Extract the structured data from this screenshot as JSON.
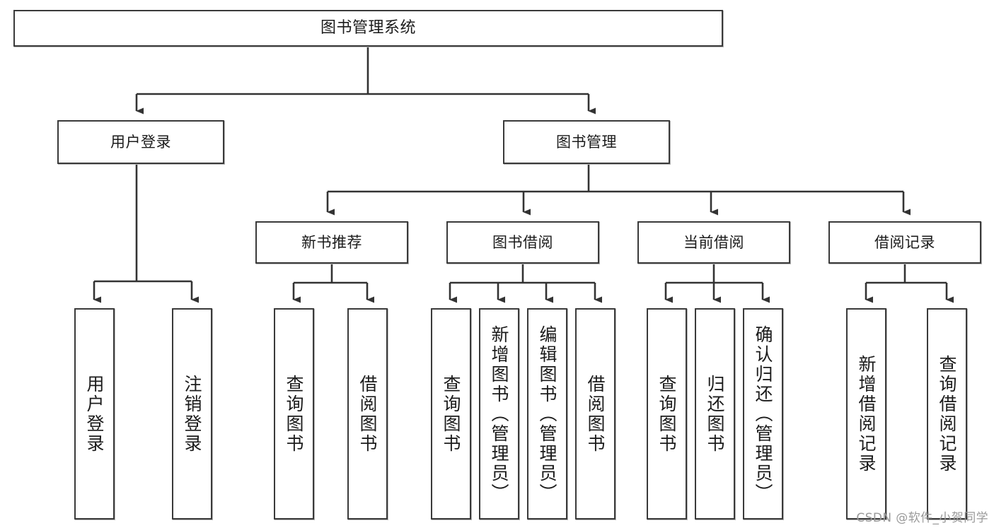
{
  "diagram": {
    "title": "图书管理系统",
    "type": "tree",
    "watermark": "CSDN @软件_小贺同学",
    "colors": {
      "background": "#ffffff",
      "node_border": "#3a3a3a",
      "node_fill": "#ffffff",
      "edge": "#333333",
      "text": "#1b1b1b",
      "watermark": "#9a9a9a"
    },
    "root": {
      "label": "图书管理系统"
    },
    "level2": [
      {
        "label": "用户登录"
      },
      {
        "label": "图书管理"
      }
    ],
    "level3": [
      {
        "label": "新书推荐"
      },
      {
        "label": "图书借阅"
      },
      {
        "label": "当前借阅"
      },
      {
        "label": "借阅记录"
      }
    ],
    "leaves": {
      "user_login": [
        {
          "label": "用户登录"
        },
        {
          "label": "注销登录"
        }
      ],
      "new_book_recommend": [
        {
          "label": "查询图书"
        },
        {
          "label": "借阅图书"
        }
      ],
      "book_borrow": [
        {
          "label": "查询图书"
        },
        {
          "label": "新增图书（管理员）"
        },
        {
          "label": "编辑图书（管理员）"
        },
        {
          "label": "借阅图书"
        }
      ],
      "current_borrow": [
        {
          "label": "查询图书"
        },
        {
          "label": "归还图书"
        },
        {
          "label": "确认归还（管理员）"
        }
      ],
      "borrow_record": [
        {
          "label": "新增借阅记录"
        },
        {
          "label": "查询借阅记录"
        }
      ]
    }
  }
}
